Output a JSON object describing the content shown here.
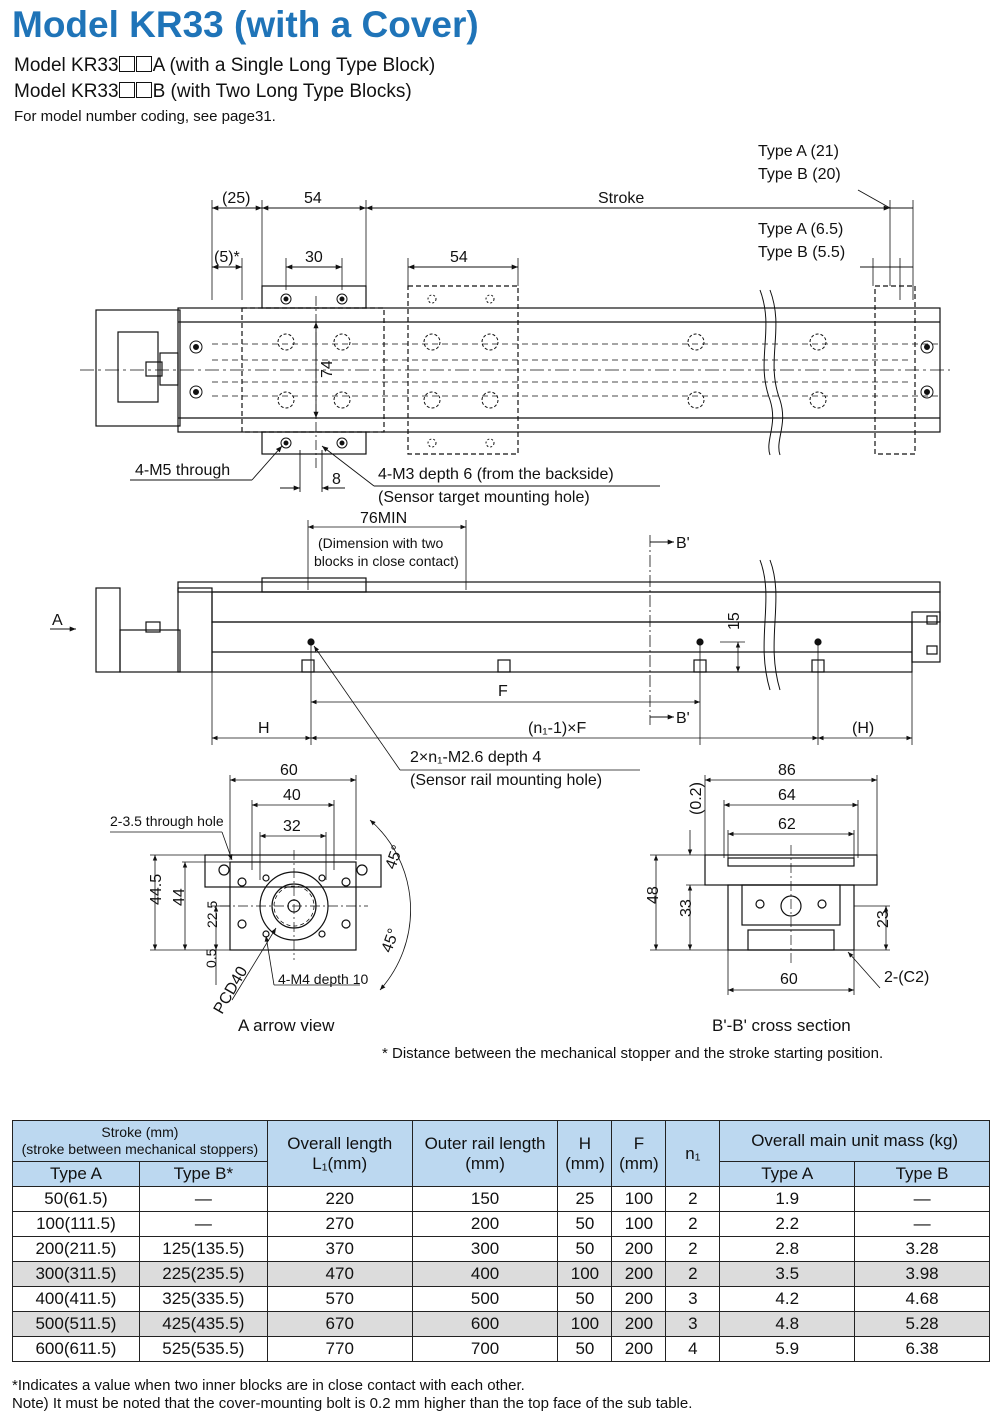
{
  "title": "Model KR33 (with a Cover)",
  "subtitles": {
    "a_prefix": "Model KR33",
    "a_suffix": "A (with a Single Long Type Block)",
    "b_prefix": "Model KR33",
    "b_suffix": "B (with Two Long Type Blocks)",
    "coding": "For model number coding, see page31."
  },
  "top_view": {
    "dim_25": "(25)",
    "dim_54": "54",
    "stroke": "Stroke",
    "type_a_21": "Type A (21)",
    "type_b_20": "Type B (20)",
    "dim_5": "(5)*",
    "dim_30": "30",
    "dim_54b": "54",
    "type_a_65": "Type A (6.5)",
    "type_b_55": "Type B (5.5)",
    "dim_74": "74",
    "m5": "4-M5 through",
    "dim_8": "8",
    "m3": "4-M3 depth 6 (from the backside)",
    "sensor_target": "(Sensor target mounting hole)"
  },
  "side_view": {
    "min76": "76MIN",
    "close1": "(Dimension with two",
    "close2": "blocks in close contact)",
    "b_prime": "B'",
    "a_arrow": "A",
    "dim_15": "15",
    "f": "F",
    "h": "H",
    "n1f": "(n₁-1)×F",
    "h_paren": "(H)",
    "m26": "2×n₁-M2.6 depth 4",
    "sensor_rail": "(Sensor rail mounting hole)"
  },
  "arrow_view": {
    "d60": "60",
    "d40": "40",
    "d32": "32",
    "hole": "2-3.5 through hole",
    "d445": "44.5",
    "d44": "44",
    "d225": "22.5",
    "d05": "0.5",
    "pcd": "PCD40",
    "m4": "4-M4 depth 10",
    "a45a": "45°",
    "a45b": "45°",
    "caption": "A arrow view"
  },
  "section_view": {
    "d86": "86",
    "d64": "64",
    "d62": "62",
    "d02": "(0.2)",
    "d48": "48",
    "d33": "33",
    "d23": "23",
    "d60": "60",
    "c2": "2-(C2)",
    "caption": "B'-B' cross section"
  },
  "drawing_note": "* Distance between the mechanical stopper and the stroke starting position.",
  "table": {
    "h_stroke1": "Stroke (mm)",
    "h_stroke2": "(stroke between mechanical stoppers)",
    "h_type_a": "Type A",
    "h_type_b": "Type B*",
    "h_overall1": "Overall length",
    "h_overall2": "L₁(mm)",
    "h_rail1": "Outer rail length",
    "h_rail2": "(mm)",
    "h_h1": "H",
    "h_h2": "(mm)",
    "h_f1": "F",
    "h_f2": "(mm)",
    "h_n1": "n₁",
    "h_mass": "Overall main unit mass (kg)",
    "h_mass_a": "Type A",
    "h_mass_b": "Type B",
    "rows": [
      [
        "50(61.5)",
        "—",
        "220",
        "150",
        "25",
        "100",
        "2",
        "1.9",
        "—"
      ],
      [
        "100(111.5)",
        "—",
        "270",
        "200",
        "50",
        "100",
        "2",
        "2.2",
        "—"
      ],
      [
        "200(211.5)",
        "125(135.5)",
        "370",
        "300",
        "50",
        "200",
        "2",
        "2.8",
        "3.28"
      ],
      [
        "300(311.5)",
        "225(235.5)",
        "470",
        "400",
        "100",
        "200",
        "2",
        "3.5",
        "3.98"
      ],
      [
        "400(411.5)",
        "325(335.5)",
        "570",
        "500",
        "50",
        "200",
        "3",
        "4.2",
        "4.68"
      ],
      [
        "500(511.5)",
        "425(435.5)",
        "670",
        "600",
        "100",
        "200",
        "3",
        "4.8",
        "5.28"
      ],
      [
        "600(611.5)",
        "525(535.5)",
        "770",
        "700",
        "50",
        "200",
        "4",
        "5.9",
        "6.38"
      ]
    ]
  },
  "footnotes": {
    "f1": "*Indicates a value when two inner blocks are in close contact with each other.",
    "f2": "Note) It must be noted that the cover-mounting bolt is 0.2 mm higher than the top face of the sub table."
  },
  "colors": {
    "title": "#1f74b8",
    "header": "#bcd8f0",
    "shade": "#dcdcdc"
  }
}
